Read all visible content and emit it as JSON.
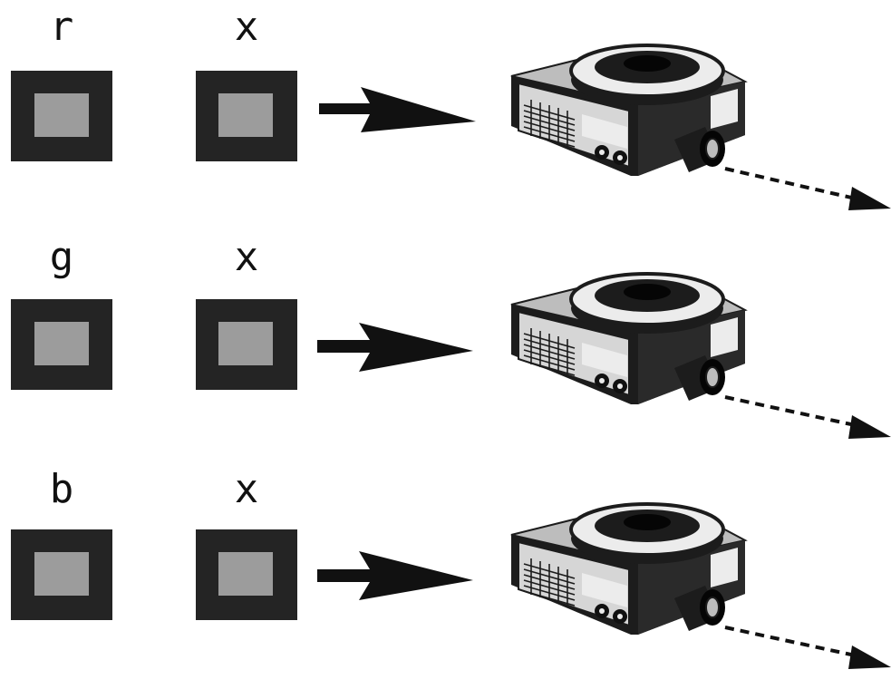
{
  "rows": [
    {
      "id": "red",
      "left_label": "r",
      "right_label": "x"
    },
    {
      "id": "green",
      "left_label": "g",
      "right_label": "x"
    },
    {
      "id": "blue",
      "left_label": "b",
      "right_label": "x"
    }
  ],
  "colors": {
    "background": "#ffffff",
    "frame": "#242424",
    "fill": "#9c9c9c",
    "ink": "#111111",
    "projector_dark": "#1c1c1c",
    "projector_mid": "#bdbdbd",
    "projector_light": "#ececec"
  },
  "icons": {
    "left_square": "filter-square-icon",
    "right_square": "slide-square-icon",
    "arrow": "solid-arrow-icon",
    "projector": "slide-projector-icon",
    "beam": "dashed-arrow-icon"
  }
}
